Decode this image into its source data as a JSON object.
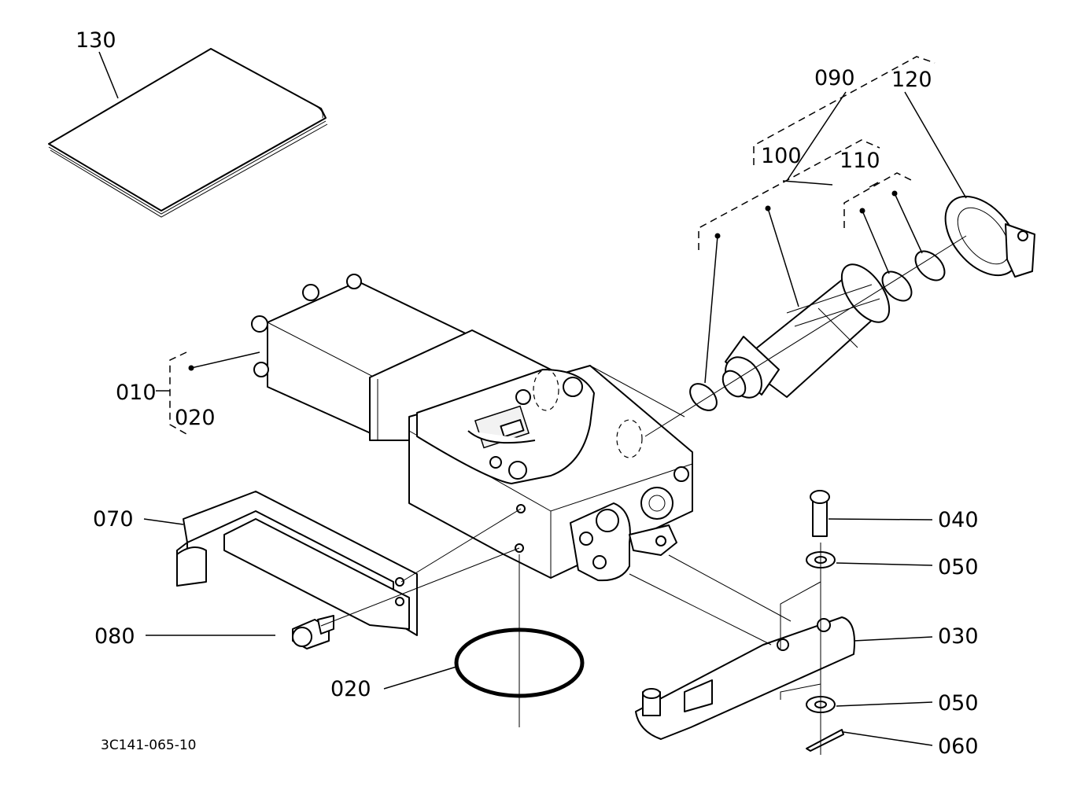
{
  "diagram": {
    "labels": {
      "p130": "130",
      "p090": "090",
      "p120": "120",
      "p100": "100",
      "p110": "110",
      "p010": "010",
      "p020_top": "020",
      "p070": "070",
      "p080": "080",
      "p020_bottom": "020",
      "p040": "040",
      "p050_top": "050",
      "p030": "030",
      "p050_bottom": "050",
      "p060": "060"
    },
    "drawing_code": "3C141-065-10"
  }
}
